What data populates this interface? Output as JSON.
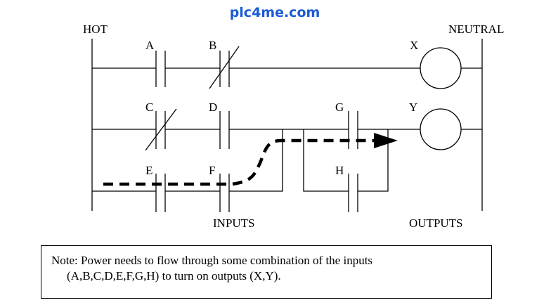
{
  "brand": "plc4me.com",
  "rails": {
    "left_label": "HOT",
    "right_label": "NEUTRAL"
  },
  "rungs": [
    {
      "contacts": [
        {
          "label": "A",
          "type": "normally-open"
        },
        {
          "label": "B",
          "type": "normally-closed"
        }
      ],
      "output": {
        "label": "X",
        "type": "coil"
      }
    },
    {
      "contacts": [
        {
          "label": "C",
          "type": "normally-closed"
        },
        {
          "label": "D",
          "type": "normally-open"
        },
        {
          "label": "G",
          "type": "normally-open"
        }
      ],
      "branch_contacts": [
        {
          "label": "E",
          "type": "normally-open"
        },
        {
          "label": "F",
          "type": "normally-open"
        },
        {
          "label": "H",
          "type": "normally-open"
        }
      ],
      "output": {
        "label": "Y",
        "type": "coil"
      }
    }
  ],
  "section_labels": {
    "inputs": "INPUTS",
    "outputs": "OUTPUTS"
  },
  "power_flow": {
    "description": "dashed arrow showing power path through E, F and G to output Y"
  },
  "note": {
    "line1": "Note: Power needs to flow through some combination of the inputs",
    "line2": "(A,B,C,D,E,F,G,H) to turn on outputs (X,Y)."
  },
  "colors": {
    "brand": "#1a5bd6",
    "lines": "#000000",
    "background": "#ffffff"
  }
}
